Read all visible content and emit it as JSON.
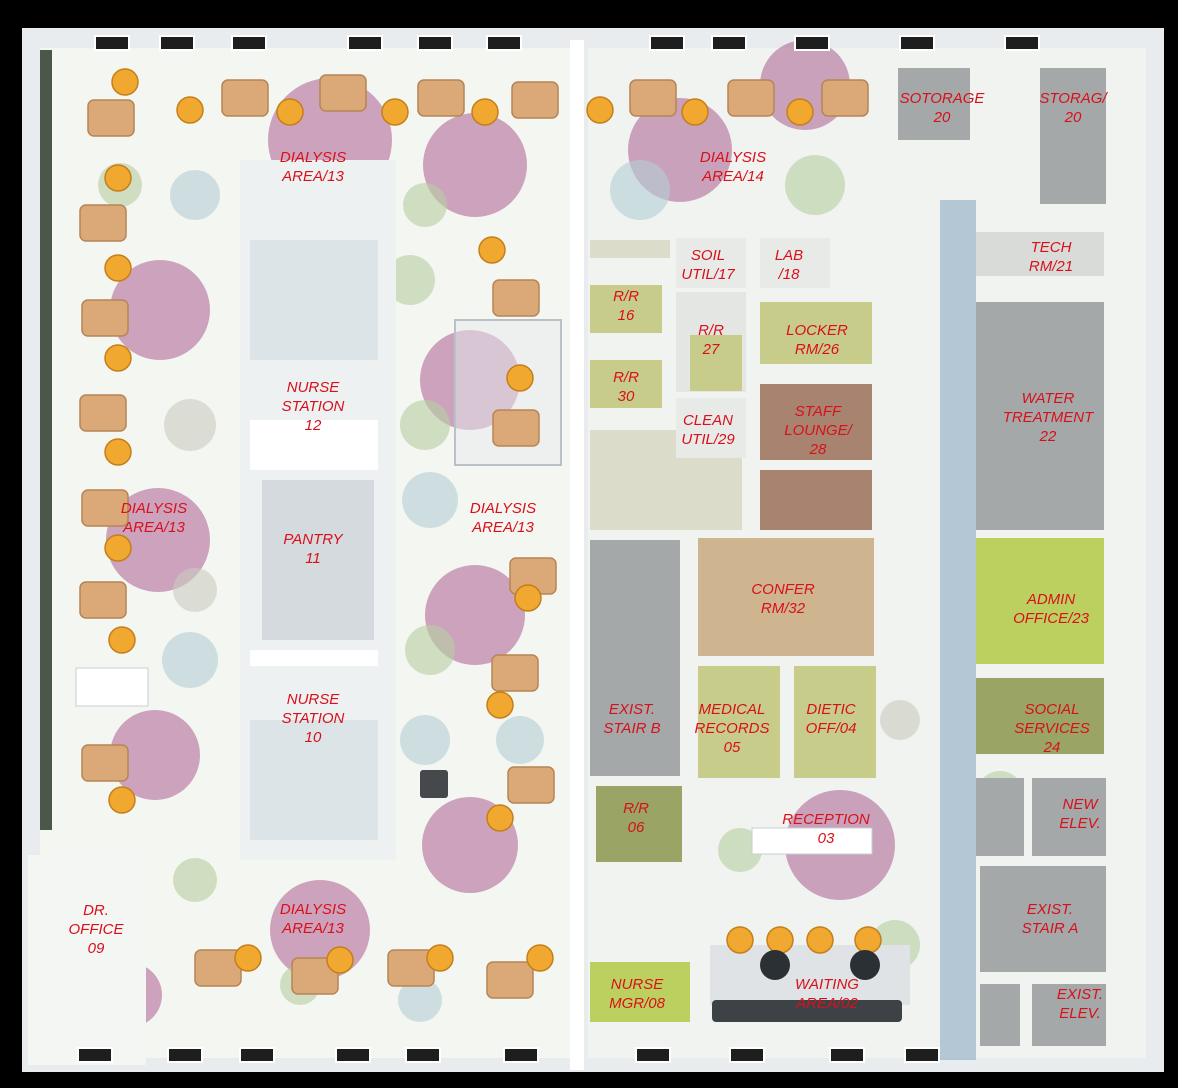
{
  "rooms": [
    {
      "id": "dialysis-area-13-top",
      "lines": [
        "DIALYSIS",
        "AREA/13"
      ]
    },
    {
      "id": "dialysis-area-14",
      "lines": [
        "DIALYSIS",
        "AREA/14"
      ]
    },
    {
      "id": "storage-20-a",
      "lines": [
        "SOTORAGE",
        "20"
      ]
    },
    {
      "id": "storage-20-b",
      "lines": [
        "STORAG/",
        "20"
      ]
    },
    {
      "id": "soil-util-17",
      "lines": [
        "SOIL",
        "UTIL/17"
      ]
    },
    {
      "id": "lab-18",
      "lines": [
        "LAB",
        "/18"
      ]
    },
    {
      "id": "tech-rm-21",
      "lines": [
        "TECH",
        "RM/21"
      ]
    },
    {
      "id": "rr-16",
      "lines": [
        "R/R",
        "16"
      ]
    },
    {
      "id": "rr-27",
      "lines": [
        "R/R",
        "27"
      ]
    },
    {
      "id": "locker-rm-26",
      "lines": [
        "LOCKER",
        "RM/26"
      ]
    },
    {
      "id": "nurse-station-12",
      "lines": [
        "NURSE",
        "STATION",
        "12"
      ]
    },
    {
      "id": "rr-30",
      "lines": [
        "R/R",
        "30"
      ]
    },
    {
      "id": "water-treatment-22",
      "lines": [
        "WATER",
        "TREATMENT",
        "22"
      ]
    },
    {
      "id": "clean-util-29",
      "lines": [
        "CLEAN",
        "UTIL/29"
      ]
    },
    {
      "id": "staff-lounge-28",
      "lines": [
        "STAFF",
        "LOUNGE/",
        "28"
      ]
    },
    {
      "id": "dialysis-area-13-left",
      "lines": [
        "DIALYSIS",
        "AREA/13"
      ]
    },
    {
      "id": "dialysis-area-13-mid",
      "lines": [
        "DIALYSIS",
        "AREA/13"
      ]
    },
    {
      "id": "pantry-11",
      "lines": [
        "PANTRY",
        "11"
      ]
    },
    {
      "id": "confer-rm-32",
      "lines": [
        "CONFER",
        "RM/32"
      ]
    },
    {
      "id": "admin-office-23",
      "lines": [
        "ADMIN",
        "OFFICE/23"
      ]
    },
    {
      "id": "nurse-station-10",
      "lines": [
        "NURSE",
        "STATION",
        "10"
      ]
    },
    {
      "id": "exist-stair-b",
      "lines": [
        "EXIST.",
        "STAIR B"
      ]
    },
    {
      "id": "medical-records-05",
      "lines": [
        "MEDICAL",
        "RECORDS",
        "05"
      ]
    },
    {
      "id": "dietic-off-04",
      "lines": [
        "DIETIC",
        "OFF/04"
      ]
    },
    {
      "id": "social-services-24",
      "lines": [
        "SOCIAL",
        "SERVICES",
        "24"
      ]
    },
    {
      "id": "new-elev",
      "lines": [
        "NEW",
        "ELEV."
      ]
    },
    {
      "id": "rr-06",
      "lines": [
        "R/R",
        "06"
      ]
    },
    {
      "id": "reception-03",
      "lines": [
        "RECEPTION",
        "03"
      ]
    },
    {
      "id": "dr-office-09",
      "lines": [
        "DR.",
        "OFFICE",
        "09"
      ]
    },
    {
      "id": "dialysis-area-13-bottom",
      "lines": [
        "DIALYSIS",
        "AREA/13"
      ]
    },
    {
      "id": "exist-stair-a",
      "lines": [
        "EXIST.",
        "STAIR A"
      ]
    },
    {
      "id": "nurse-mgr-08",
      "lines": [
        "NURSE",
        "MGR/08"
      ]
    },
    {
      "id": "waiting-area-02",
      "lines": [
        "WAITING",
        "AREA/02"
      ]
    },
    {
      "id": "exist-elev",
      "lines": [
        "EXIST.",
        "ELEV."
      ]
    }
  ],
  "colors": {
    "label": "#d8101a",
    "floor": "#f4f6f2",
    "wall": "#e8ecee",
    "frame": "#000000",
    "chair_orange": "#f0a830",
    "recliner_tan": "#dba877",
    "circle_pink": "#b06a98",
    "circle_green": "#b5cfa0",
    "circle_blue": "#b4cfd4",
    "circle_grey": "#c9cbc0",
    "room_grey": "#a4a8a8",
    "room_olive": "#c8cc8a",
    "room_olive_dark": "#9aa464",
    "room_yellowgreen": "#bcd060",
    "room_brown": "#a88470",
    "room_tan_grid": "#cfb58f",
    "room_stone": "#dcdccb",
    "room_blue": "#9fb8c9",
    "window": "#1e1e1e"
  }
}
